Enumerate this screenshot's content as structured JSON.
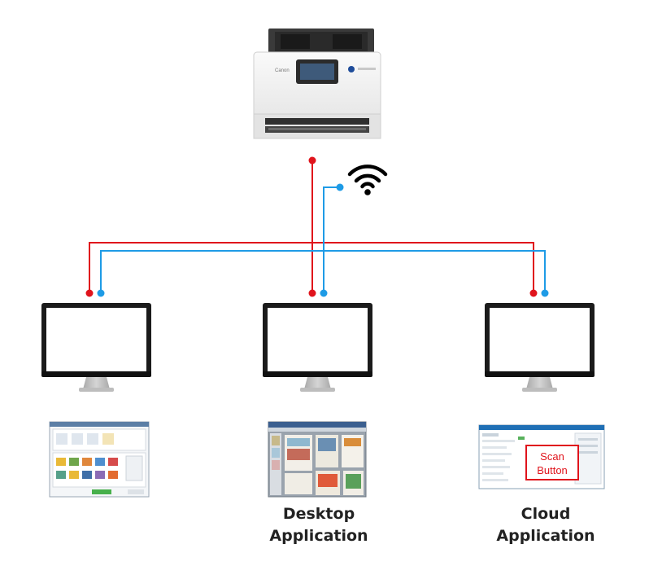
{
  "scanner": {
    "brand": "Canon"
  },
  "colors": {
    "wired": "#e0141c",
    "wireless": "#1e9be6",
    "monitor_frame": "#1b1b1b",
    "stand": "#b9b9b9",
    "scan_button": "#e0141c"
  },
  "icons": {
    "wifi": "wifi-icon",
    "monitor": "monitor-icon"
  },
  "apps": [
    {
      "label_line1": "",
      "label_line2": ""
    },
    {
      "label_line1": "Desktop",
      "label_line2": "Application"
    },
    {
      "label_line1": "Cloud",
      "label_line2": "Application"
    }
  ],
  "cloud_app": {
    "scan_button_line1": "Scan",
    "scan_button_line2": "Button"
  }
}
